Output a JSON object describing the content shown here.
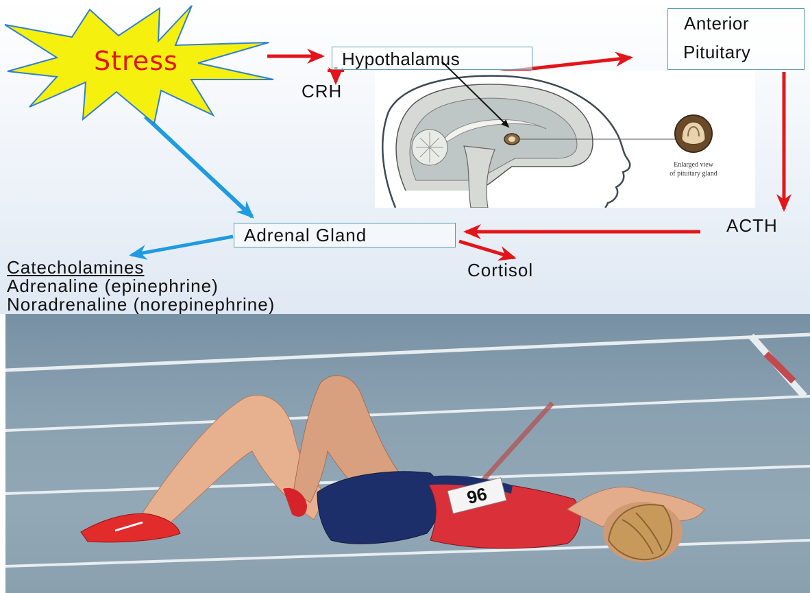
{
  "diagram": {
    "stress_label": "Stress",
    "hypothalamus": "Hypothalamus",
    "crh": "CRH",
    "anterior_pituitary_line1": "Anterior",
    "anterior_pituitary_line2": "Pituitary",
    "acth": "ACTH",
    "adrenal_gland": "Adrenal Gland",
    "cortisol": "Cortisol",
    "catecholamines_heading": "Catecholamines",
    "adrenaline": "Adrenaline (epinephrine)",
    "noradrenaline": "Noradrenaline (norepinephrine)",
    "pituitary_caption_line1": "Enlarged view",
    "pituitary_caption_line2": "of pituitary gland"
  },
  "colors": {
    "hpa_arrow": "#e3151a",
    "sympathetic_arrow": "#1f9be0",
    "starburst_fill": "#f6f00e",
    "stress_text": "#e3151a",
    "box_border": "#5b9bb0"
  },
  "photo": {
    "subject": "athlete",
    "bib_text": "96"
  }
}
